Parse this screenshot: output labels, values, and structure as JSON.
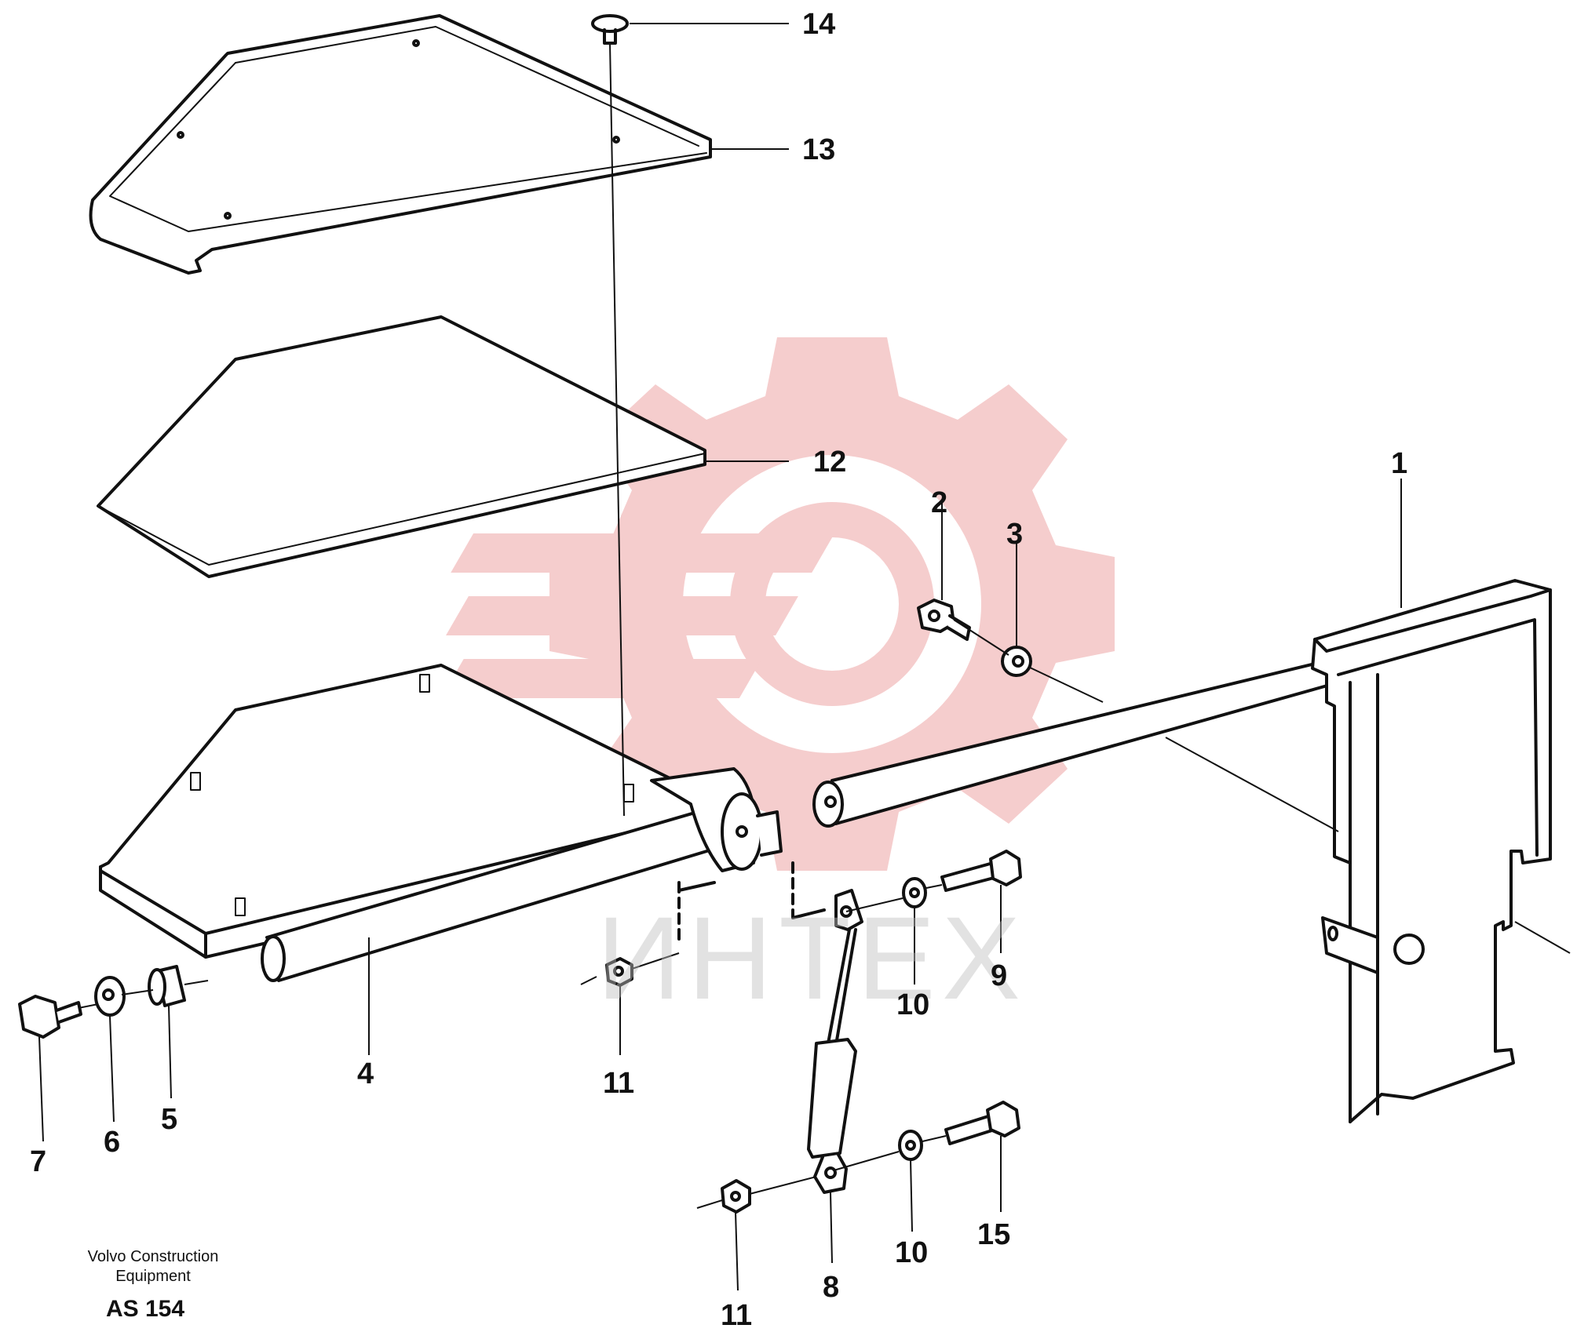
{
  "callouts": [
    {
      "id": "14",
      "label": "14"
    },
    {
      "id": "13",
      "label": "13"
    },
    {
      "id": "12",
      "label": "12"
    },
    {
      "id": "1",
      "label": "1"
    },
    {
      "id": "2",
      "label": "2"
    },
    {
      "id": "3",
      "label": "3"
    },
    {
      "id": "9",
      "label": "9"
    },
    {
      "id": "10a",
      "label": "10"
    },
    {
      "id": "4",
      "label": "4"
    },
    {
      "id": "11a",
      "label": "11"
    },
    {
      "id": "7",
      "label": "7"
    },
    {
      "id": "6",
      "label": "6"
    },
    {
      "id": "5",
      "label": "5"
    },
    {
      "id": "8",
      "label": "8"
    },
    {
      "id": "10b",
      "label": "10"
    },
    {
      "id": "15",
      "label": "15"
    },
    {
      "id": "11b",
      "label": "11"
    }
  ],
  "caption": {
    "line1": "Volvo Construction",
    "line2": "Equipment",
    "code": "AS 154"
  },
  "watermark": {
    "text": "ИНТЕХ",
    "gear_color": "#f2bcbc",
    "text_color": "#bdbdbd"
  },
  "colors": {
    "line": "#111111",
    "fill": "#ffffff"
  }
}
